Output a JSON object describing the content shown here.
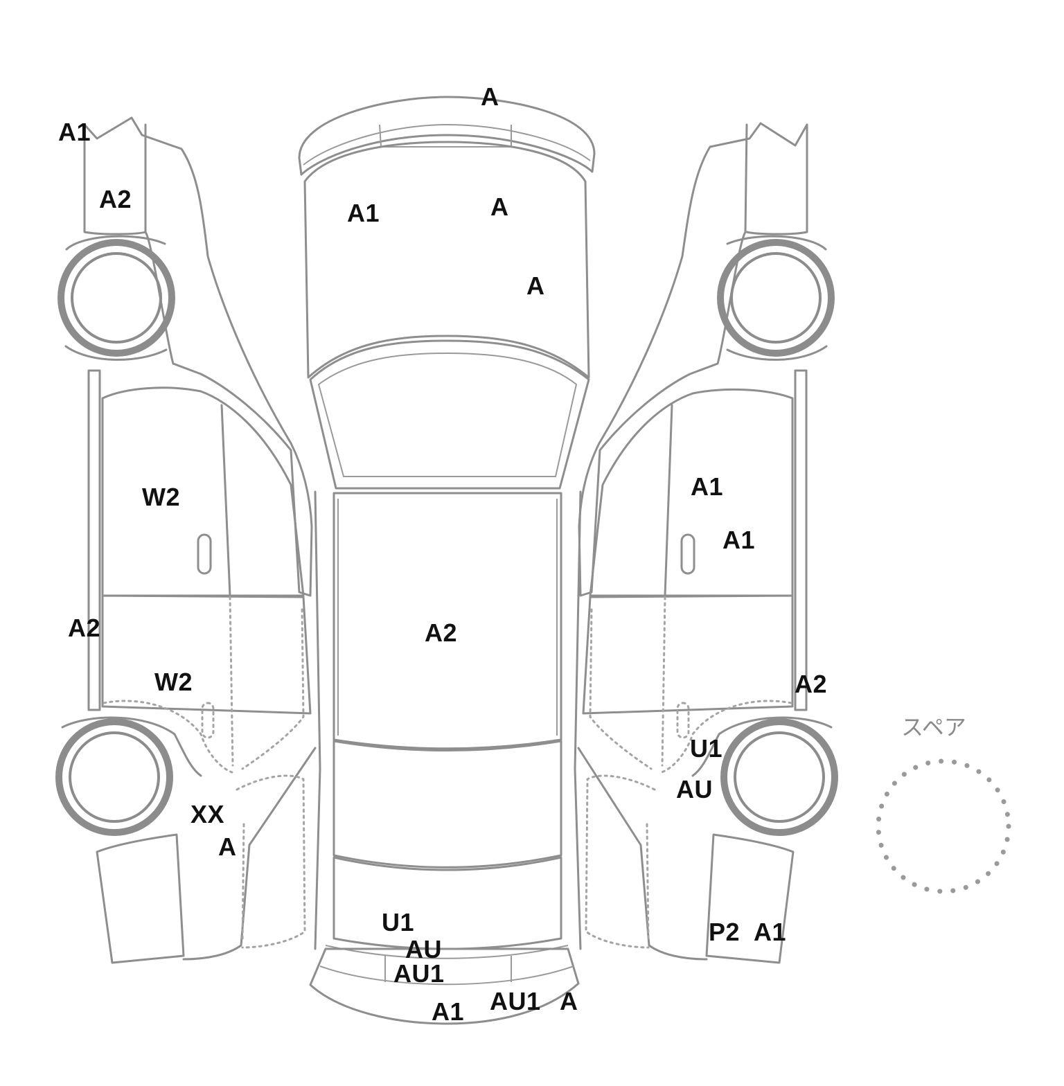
{
  "marks": {
    "m01": "A",
    "m02": "A1",
    "m03": "A2",
    "m04": "A1",
    "m05": "A",
    "m06": "A",
    "m07": "W2",
    "m08": "A1",
    "m09": "A1",
    "m10": "A2",
    "m11": "A2",
    "m12": "W2",
    "m13": "A2",
    "m14": "U1",
    "m15": "AU",
    "m16": "XX",
    "m17": "A",
    "m18": "U1",
    "m19": "AU",
    "m20": "AU1",
    "m21": "P2",
    "m22": "A1",
    "m23": "A1",
    "m24": "AU1",
    "m25": "A"
  },
  "spare": {
    "label": "スペア"
  }
}
